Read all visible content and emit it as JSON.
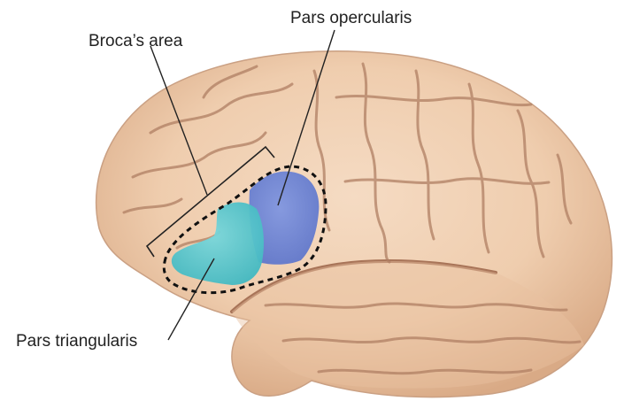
{
  "labels": {
    "broca_area": "Broca’s area",
    "pars_opercularis": "Pars opercularis",
    "pars_triangularis": "Pars triangularis"
  },
  "colors": {
    "brain_fill": "#efcdae",
    "brain_shadow": "#d9aa86",
    "sulcus_line": "#b07f63",
    "pars_opercularis": "#6f86d8",
    "pars_triangularis": "#59c9cf",
    "outline_dashed": "#111111",
    "leader_line": "#222222"
  }
}
